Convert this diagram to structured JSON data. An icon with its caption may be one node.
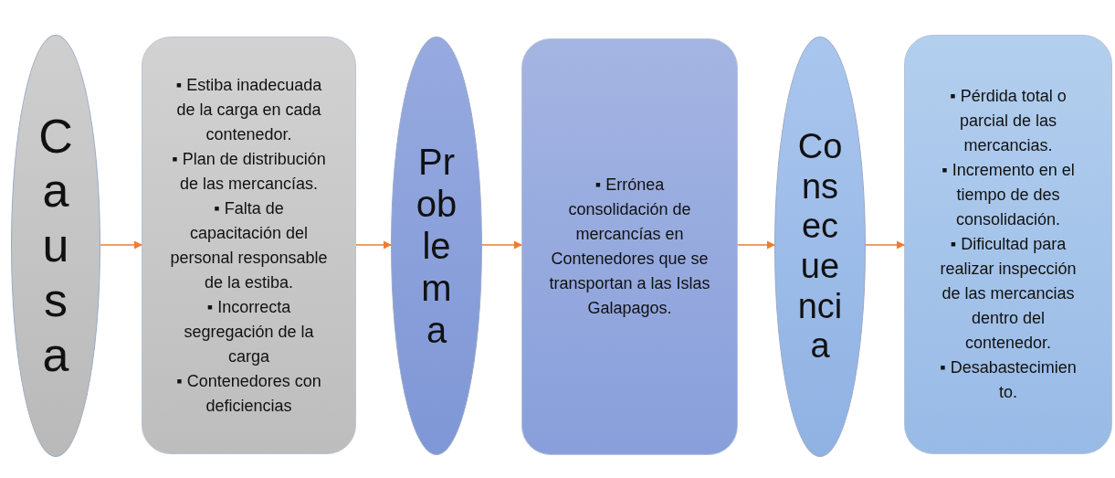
{
  "diagram": {
    "nodes": [
      {
        "text": [
          "Causa"
        ]
      },
      {
        "text": [
          "▪ Estiba inadecuada de la carga en cada contenedor.",
          "▪ Plan de distribución de las mercancías.",
          "▪ Falta de capacitación del personal responsable de la estiba.",
          "▪ Incorrecta segregación de la carga",
          "▪ Contenedores con deficiencias"
        ]
      },
      {
        "text": [
          "Problema"
        ]
      },
      {
        "text": [
          "▪ Errónea consolidación de mercancías en Contenedores que se transportan a las Islas Galapagos."
        ]
      },
      {
        "text": [
          "Consecuencia"
        ]
      },
      {
        "text": [
          "▪ Pérdida total o parcial de las mercancias.",
          "▪ Incremento en el tiempo de des consolidación.",
          "▪ Dificultad para realizar inspección de las mercancias dentro del contenedor.",
          "▪ Desabastecimien to."
        ]
      }
    ],
    "edges": [
      {
        "from": 0,
        "to": 1,
        "arrow": "to"
      },
      {
        "from": 1,
        "to": 2,
        "arrow": "to"
      },
      {
        "from": 2,
        "to": 3,
        "arrow": "to"
      },
      {
        "from": 3,
        "to": 4,
        "arrow": "to"
      },
      {
        "from": 4,
        "to": 5,
        "arrow": "to"
      }
    ]
  }
}
